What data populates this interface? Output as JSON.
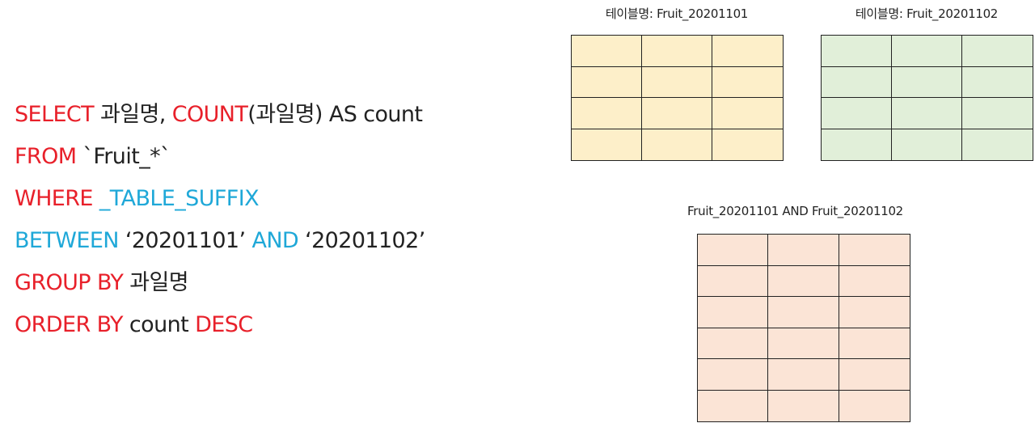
{
  "sql": {
    "line1": {
      "kw_select": "SELECT",
      "t1": " 과일명, ",
      "kw_count": "COUNT",
      "t2": "(과일명) AS count"
    },
    "line2": {
      "kw_from": "FROM",
      "t1": " `Fruit_*`"
    },
    "line3": {
      "kw_where": "WHERE",
      "kw_suffix": " _TABLE_SUFFIX"
    },
    "line4": {
      "kw_between": "BETWEEN",
      "t1": " ‘20201101’ ",
      "kw_and": "AND",
      "t2": " ‘20201102’"
    },
    "line5": {
      "kw_groupby": "GROUP BY",
      "t1": " 과일명"
    },
    "line6": {
      "kw_orderby": "ORDER BY",
      "t1": " count ",
      "kw_desc": "DESC"
    }
  },
  "tables": {
    "table1": {
      "caption": "테이블명: Fruit_20201101",
      "rows": 4,
      "cols": 3,
      "fill": "#fdefc9"
    },
    "table2": {
      "caption": "테이블명: Fruit_20201102",
      "rows": 4,
      "cols": 3,
      "fill": "#e1efd9"
    },
    "combined": {
      "caption": "Fruit_20201101 AND Fruit_20201102",
      "rows": 6,
      "cols": 3,
      "fill": "#fbe4d6"
    }
  },
  "colors": {
    "keyword_red": "#e8202a",
    "keyword_blue": "#1fa8d8",
    "text": "#222222"
  }
}
